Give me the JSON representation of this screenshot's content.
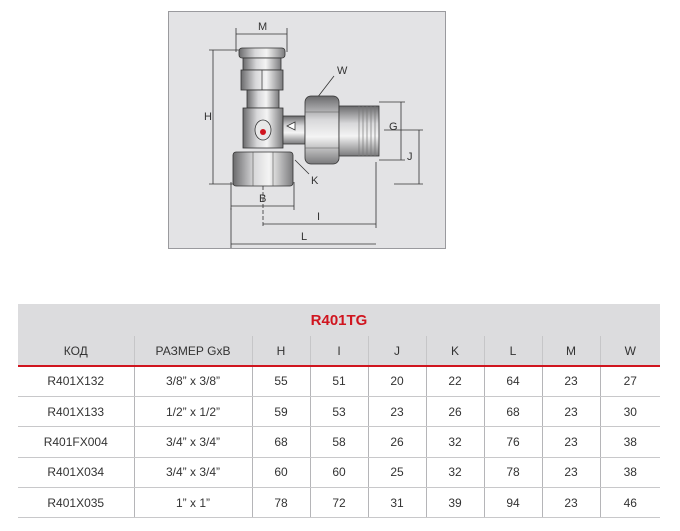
{
  "drawing": {
    "dim_labels": {
      "M": "M",
      "W": "W",
      "H": "H",
      "G": "G",
      "J": "J",
      "K": "K",
      "B": "B",
      "I": "I",
      "L": "L"
    }
  },
  "table": {
    "title": "R401TG",
    "headers": [
      "КОД",
      "РАЗМЕР GxB",
      "H",
      "I",
      "J",
      "K",
      "L",
      "M",
      "W"
    ],
    "rows": [
      [
        "R401X132",
        "3/8” x 3/8”",
        "55",
        "51",
        "20",
        "22",
        "64",
        "23",
        "27"
      ],
      [
        "R401X133",
        "1/2” x 1/2”",
        "59",
        "53",
        "23",
        "26",
        "68",
        "23",
        "30"
      ],
      [
        "R401FX004",
        "3/4” x 3/4”",
        "68",
        "58",
        "26",
        "32",
        "76",
        "23",
        "38"
      ],
      [
        "R401X034",
        "3/4” x 3/4”",
        "60",
        "60",
        "25",
        "32",
        "78",
        "23",
        "38"
      ],
      [
        "R401X035",
        "1” x 1”",
        "78",
        "72",
        "31",
        "39",
        "94",
        "23",
        "46"
      ]
    ]
  },
  "colors": {
    "accent": "#d0151f",
    "header_bg": "#dcdcde",
    "drawing_bg": "#e3e3e5"
  }
}
